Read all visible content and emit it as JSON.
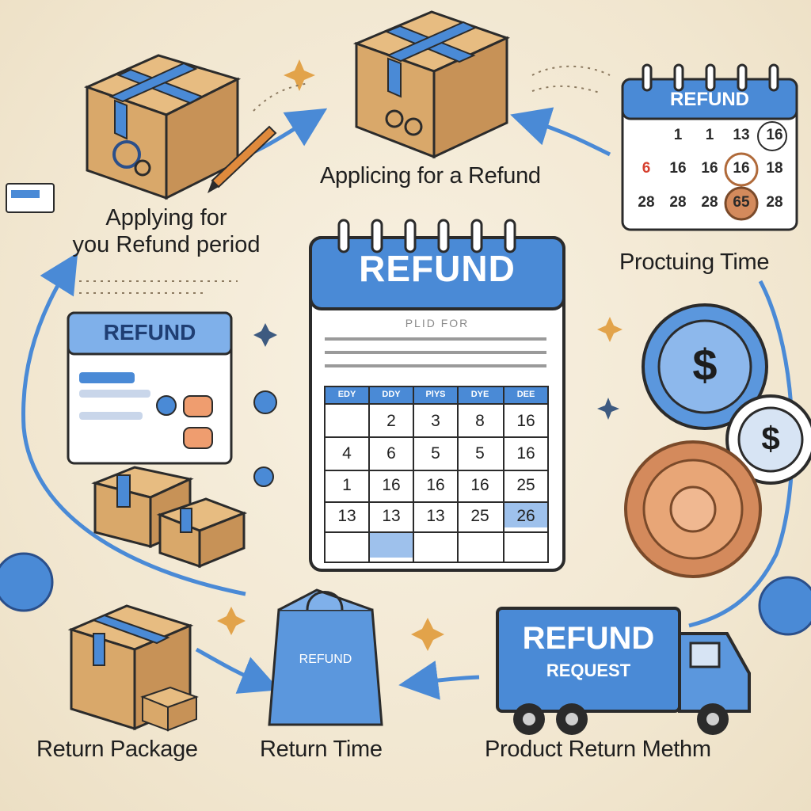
{
  "labels": {
    "step_applying_period_line1": "Applying for",
    "step_applying_period_line2": "you Refund period",
    "step_applying_refund": "Applicing for a Refund",
    "step_procuting_time": "Proctuing Time",
    "step_return_package": "Return Package",
    "step_return_time": "Return Time",
    "step_product_return_method": "Product Return Methm"
  },
  "main_calendar": {
    "title": "REFUND",
    "subtitle": "PLID FOR",
    "header": [
      "EDY",
      "DDY",
      "PlYS",
      "DYE",
      "DEE"
    ],
    "rows": [
      [
        "",
        "2",
        "3",
        "8",
        "16"
      ],
      [
        "4",
        "6",
        "5",
        "5",
        "16"
      ],
      [
        "1",
        "16",
        "16",
        "16",
        "25"
      ],
      [
        "13",
        "13",
        "13",
        "25",
        "26"
      ],
      [
        "",
        "",
        "",
        "",
        ""
      ]
    ]
  },
  "small_calendar": {
    "title": "REFUND",
    "rows": [
      [
        "1",
        "1",
        "13",
        "16"
      ],
      [
        "6",
        "16",
        "16",
        "16",
        "18"
      ],
      [
        "28",
        "28",
        "28",
        "65",
        "28"
      ]
    ]
  },
  "refund_window": {
    "title": "REFUND"
  },
  "bag": {
    "label": "REFUND"
  },
  "truck": {
    "title": "REFUND",
    "subtitle": "REQUEST"
  },
  "coins": {
    "symbol": "$"
  },
  "colors": {
    "accent_blue": "#4a8ad6",
    "box_tan": "#d9a86a",
    "background": "#f4ead6",
    "coin_copper": "#d48a5c"
  }
}
